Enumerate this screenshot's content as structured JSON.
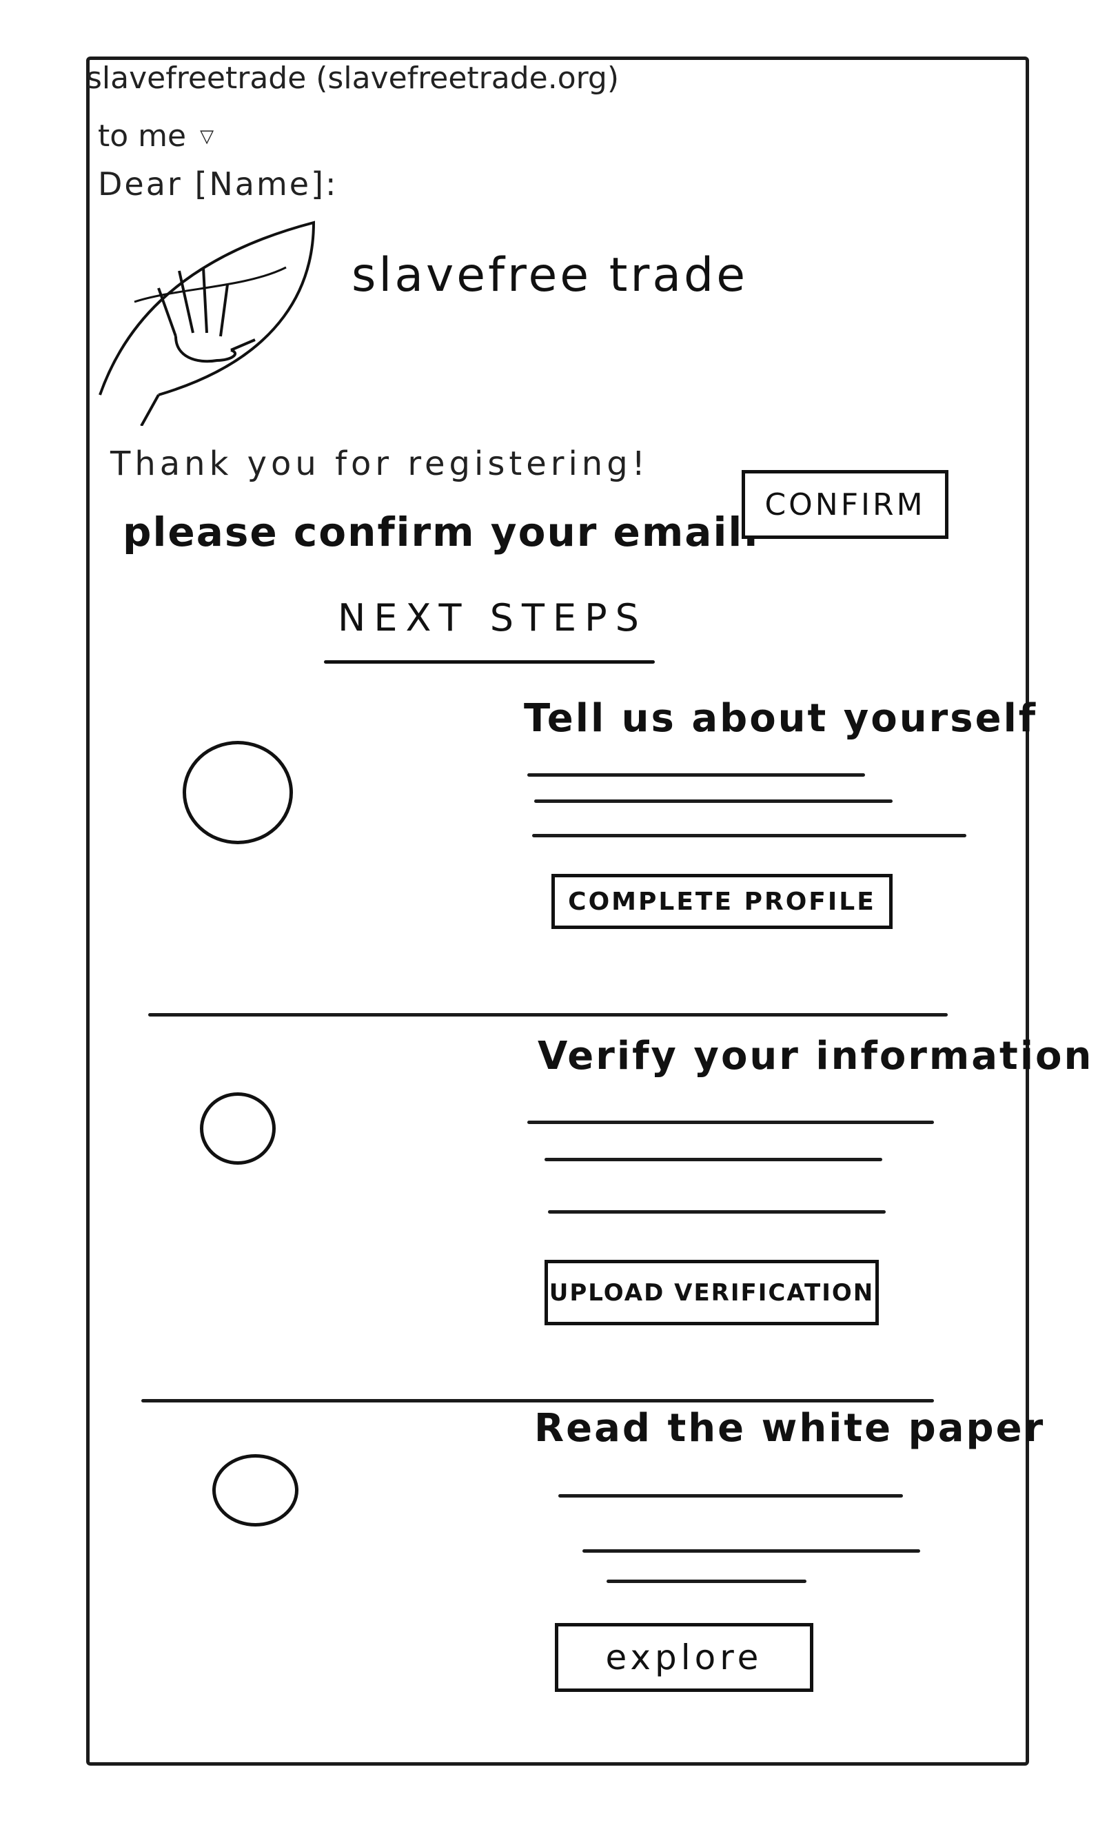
{
  "email": {
    "sender": "slavefreetrade (slavefreetrade.org)",
    "recipient": "to me",
    "greeting": "Dear [Name]:"
  },
  "brand": {
    "name": "slavefree trade"
  },
  "confirm": {
    "thanks": "Thank you for registering!",
    "prompt": "please confirm your email.",
    "button_label": "CONFIRM"
  },
  "next_steps": {
    "heading": "NEXT STEPS",
    "steps": [
      {
        "title": "Tell us about yourself",
        "button_label": "COMPLETE PROFILE"
      },
      {
        "title": "Verify your information",
        "button_label": "UPLOAD VERIFICATION"
      },
      {
        "title": "Read the white paper",
        "button_label": "explore"
      }
    ]
  },
  "icons": {
    "recipient_menu": "triangle-down-icon",
    "logo": "leaf-hand-logo",
    "step": "circle-icon"
  }
}
